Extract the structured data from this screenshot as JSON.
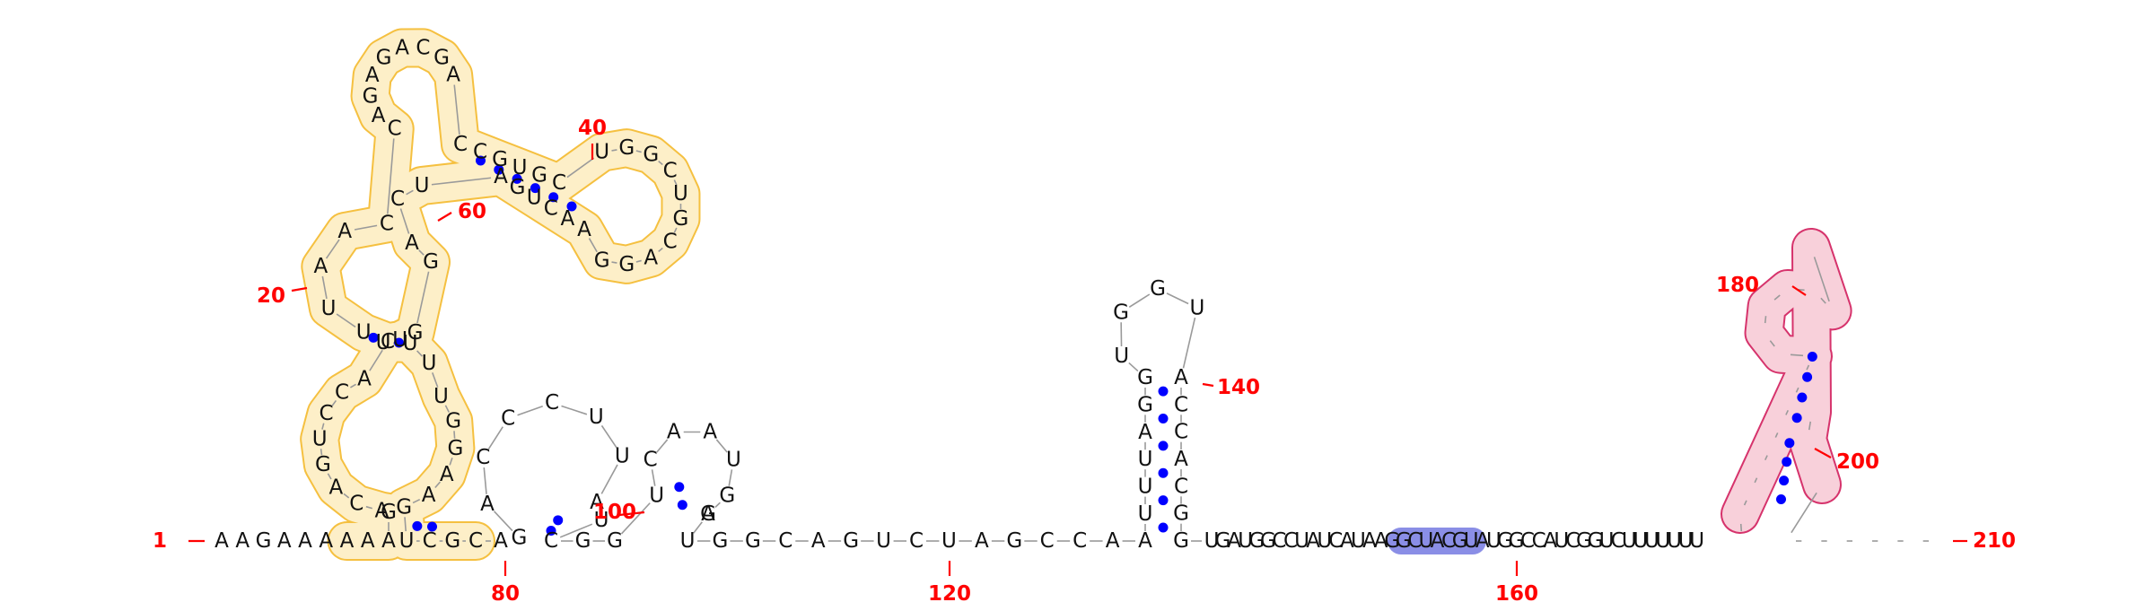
{
  "numbers": [
    "1",
    "20",
    "40",
    "60",
    "80",
    "100",
    "120",
    "140",
    "160",
    "180",
    "200",
    "210"
  ],
  "sequence": {
    "a": "AAGAAAAAAGACAGUCCACUUAACCAGAGACGACCGUGCUGGCUGCAGGAACUGAUCAGGUUUUUGGAAGUCGCAGACC",
    "b": "CUUAUCGGUCAAUGAGUGGCAGUCUAGCCAAUUUAGGUGGUACCACGGUGAUGGCCUAUCA",
    "c": "UAAGGCUACGUAUGGCCAUCGGUCUUUUUUU"
  },
  "colors": {
    "domain_yellow": "#f5c040",
    "domain_yellow_fill": "#fdefc8",
    "domain_pink": "#d6336c",
    "domain_pink_fill": "#f8d0da",
    "highlight_blue": "#8a8ee6",
    "pair_dot": "#0000ff",
    "number_red": "#ff0000"
  }
}
